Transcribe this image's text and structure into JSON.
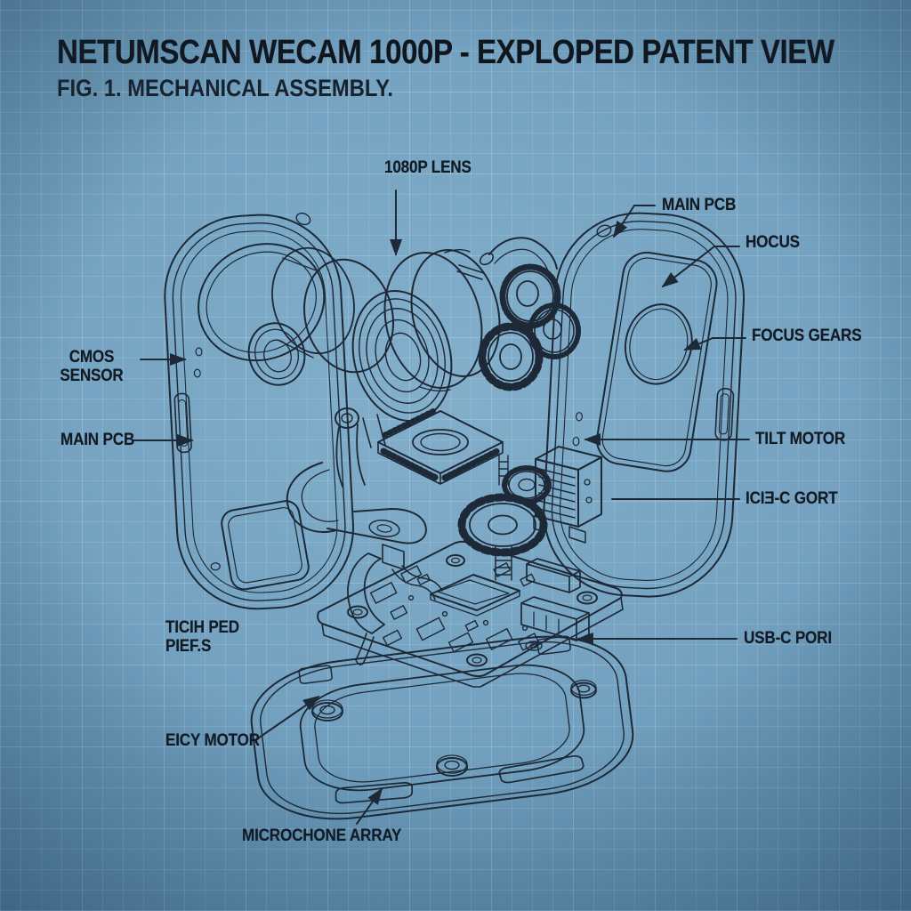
{
  "header": {
    "title": "NETUMSCAN WECAM 1000P - EXPLOPED PATENT VIEW",
    "subtitle": "FIG. 1. MECHANICAL ASSEMBLY."
  },
  "callouts": {
    "lens": "1080P LENS",
    "main_pcb_right": "MAIN PCB",
    "hocus": "HOCUS",
    "focus_gears": "FOCUS GEARS",
    "tilt_motor": "TILT MOTOR",
    "icie_c_gort": "ICIƎ-C GORT",
    "usb_c_port": "USB-C PORI",
    "cmos_sensor_line1": "CMOS",
    "cmos_sensor_line2": "SENSOR",
    "main_pcb_left": "MAIN PCB",
    "ticih_ped_line1": "TICIH PED",
    "ticih_ped_line2": "PIEF.S",
    "eicy_motor": "EICY MOTOR",
    "microphone_array": "MICROCHONE ARRAY"
  },
  "colors": {
    "background_center": "#83afcb",
    "background_edge": "#49769b",
    "grid_line": "#d2ebf6",
    "ink": "#1d2936",
    "label_text": "#121a23"
  }
}
